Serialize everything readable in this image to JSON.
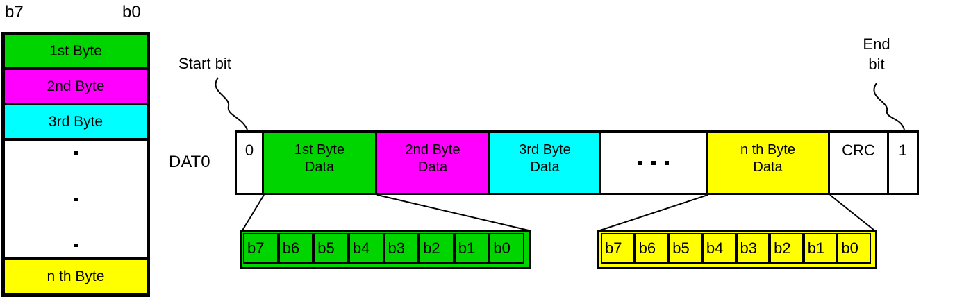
{
  "colors": {
    "green": "#00D500",
    "magenta": "#FF00FF",
    "cyan": "#00FFFF",
    "yellow": "#FFFF00",
    "line": "#000000",
    "background": "#FFFFFF"
  },
  "byte_stack": {
    "msb_label": "b7",
    "lsb_label": "b0",
    "rows": [
      {
        "label": "1st Byte"
      },
      {
        "label": "2nd Byte"
      },
      {
        "label": "3rd Byte"
      },
      {
        "label": "n th Byte"
      }
    ]
  },
  "packet": {
    "line_label": "DAT0",
    "start_annotation": "Start bit",
    "end_annotation": {
      "line1": "End",
      "line2": "bit"
    },
    "cells": {
      "start_bit": "0",
      "byte1": {
        "line1": "1st Byte",
        "line2": "Data"
      },
      "byte2": {
        "line1": "2nd Byte",
        "line2": "Data"
      },
      "byte3": {
        "line1": "3rd Byte",
        "line2": "Data"
      },
      "byten": {
        "line1": "n th Byte",
        "line2": "Data"
      },
      "crc": "CRC",
      "end_bit": "1"
    }
  },
  "bit_expansions": {
    "first_byte": {
      "bits": [
        "b7",
        "b6",
        "b5",
        "b4",
        "b3",
        "b2",
        "b1",
        "b0"
      ]
    },
    "nth_byte": {
      "bits": [
        "b7",
        "b6",
        "b5",
        "b4",
        "b3",
        "b2",
        "b1",
        "b0"
      ]
    }
  }
}
